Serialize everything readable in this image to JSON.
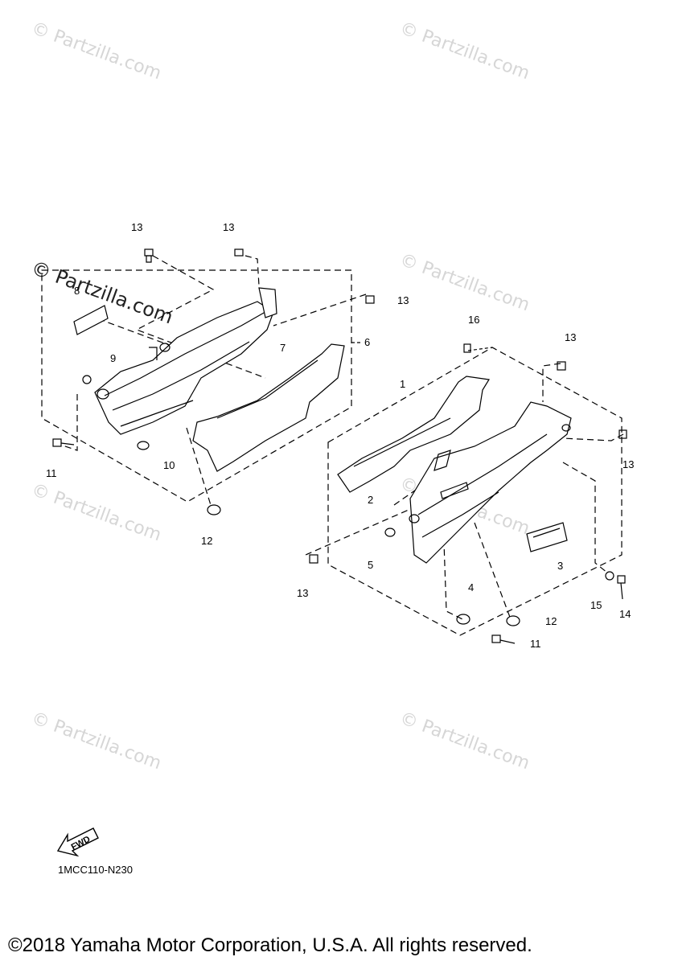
{
  "watermarks": [
    "© Partzilla.com",
    "© Partzilla.com",
    "© Partzilla.com",
    "© Partzilla.com",
    "© Partzilla.com",
    "© Partzilla.com",
    "© Partzilla.com",
    "© Partzilla.com"
  ],
  "callouts": {
    "c1": "1",
    "c2": "2",
    "c3": "3",
    "c4": "4",
    "c5": "5",
    "c6": "6",
    "c7": "7",
    "c8": "8",
    "c9": "9",
    "c10": "10",
    "c11a": "11",
    "c11b": "11",
    "c12a": "12",
    "c12b": "12",
    "c13a": "13",
    "c13b": "13",
    "c13c": "13",
    "c13d": "13",
    "c13e": "13",
    "c13f": "13",
    "c14": "14",
    "c15": "15",
    "c16": "16"
  },
  "fwd_label": "FWD",
  "diagram_code": "1MCC110-N230",
  "copyright": "©2018 Yamaha Motor Corporation, U.S.A. All rights reserved."
}
